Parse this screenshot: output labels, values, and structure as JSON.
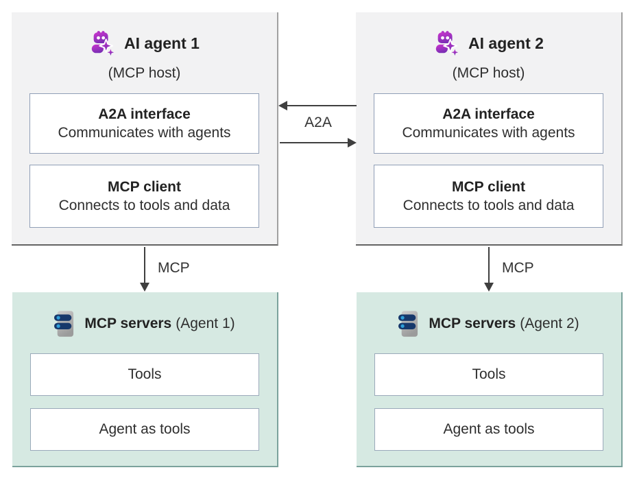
{
  "agents": [
    {
      "title": "AI agent 1",
      "subtitle": "(MCP host)",
      "components": [
        {
          "heading": "A2A interface",
          "description": "Communicates with agents"
        },
        {
          "heading": "MCP client",
          "description": "Connects to tools and data"
        }
      ]
    },
    {
      "title": "AI agent 2",
      "subtitle": "(MCP host)",
      "components": [
        {
          "heading": "A2A interface",
          "description": "Communicates with agents"
        },
        {
          "heading": "MCP client",
          "description": "Connects to tools and data"
        }
      ]
    }
  ],
  "servers": [
    {
      "title": "MCP servers",
      "title_suffix": "(Agent 1)",
      "items": [
        "Tools",
        "Agent as tools"
      ]
    },
    {
      "title": "MCP servers",
      "title_suffix": "(Agent 2)",
      "items": [
        "Tools",
        "Agent as tools"
      ]
    }
  ],
  "connections": {
    "a2a_label": "A2A",
    "mcp_labels": [
      "MCP",
      "MCP"
    ]
  },
  "icons": {
    "agent": "ai-agent-robot-sparkle-icon",
    "server": "server-tower-icon"
  },
  "colors": {
    "agent_card_fill": "#f2f2f3",
    "server_card_fill": "#d6e9e2",
    "component_border": "#8f9eb6",
    "arrow": "#3f3f3f",
    "robot_gradient_top": "#cb34cd",
    "robot_gradient_bottom": "#7c2fb5",
    "server_slot": "#16386b",
    "server_led": "#2e9fd9"
  }
}
